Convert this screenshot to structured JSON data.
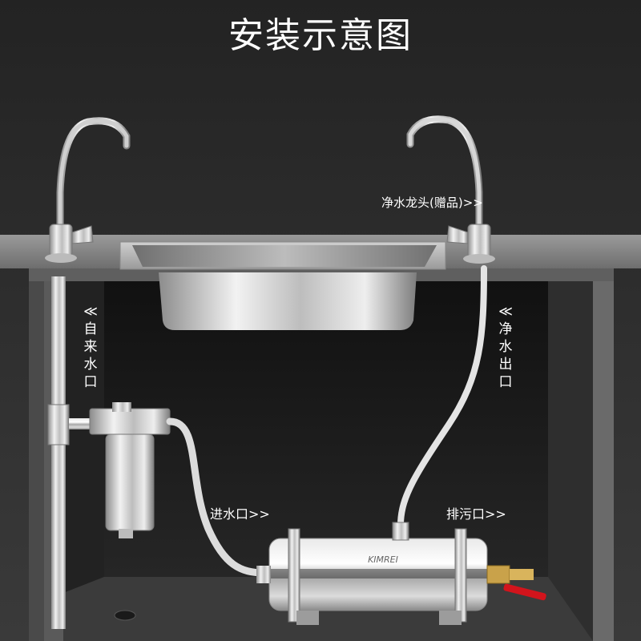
{
  "title": "安装示意图",
  "labels": {
    "faucet_gift": "净水龙头(赠品)>>",
    "tap_water_inlet": "≪自来水口",
    "pure_water_outlet": "≪净水出口",
    "water_inlet": "进水口>>",
    "drain_outlet": "排污口>>"
  },
  "brand": "KIMREI",
  "colors": {
    "background": "#2a2a2a",
    "countertop": "#8a8a8a",
    "cabinet_inside": "#1b1b1b",
    "text": "#ffffff",
    "valve_handle": "#d2141c",
    "brass_fitting": "#c9a24a"
  }
}
